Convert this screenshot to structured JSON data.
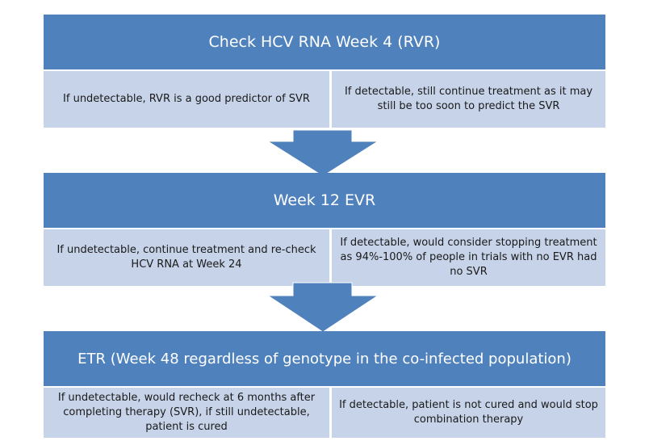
{
  "stages": [
    {
      "title": "Check HCV RNA Week 4 (RVR)",
      "left": "If undetectable, RVR is a good predictor of SVR",
      "right": "If detectable, still continue treatment as it may still be too soon to predict the SVR"
    },
    {
      "title": "Week 12 EVR",
      "left": "If undetectable, continue treatment and re-check HCV RNA at Week 24",
      "right": "If detectable, would consider stopping treatment as 94%-100% of people in trials with no EVR had no SVR"
    },
    {
      "title": "ETR  (Week 48 regardless of genotype in the co-infected population)",
      "left": "If undetectable, would recheck at 6 months after completing therapy (SVR), if still undetectable, patient is cured",
      "right": "If detectable, patient is not cured and would stop combination therapy"
    }
  ],
  "colors": {
    "header": "#4F81BD",
    "cell": "#C6D3E8",
    "arrow": "#4F81BD"
  }
}
